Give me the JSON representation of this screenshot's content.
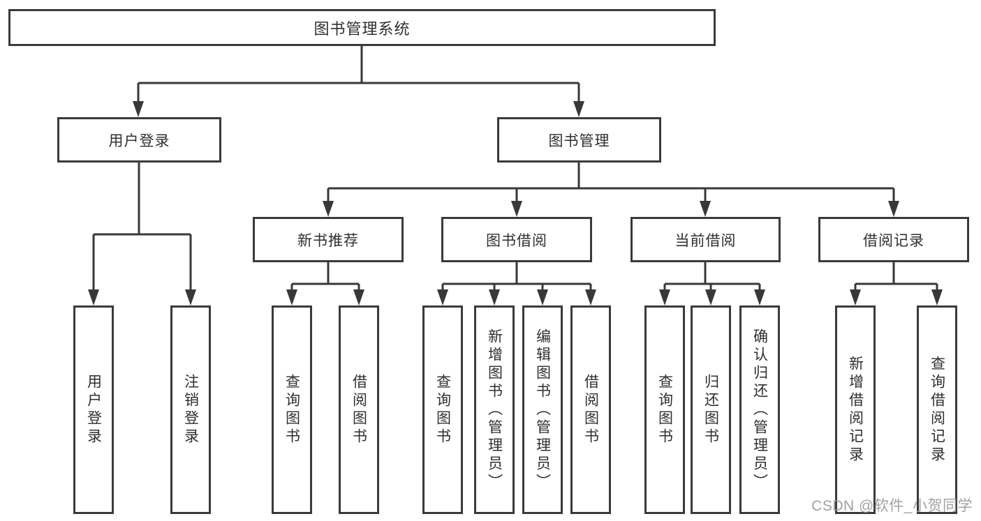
{
  "tree": {
    "label": "图书管理系统",
    "children": [
      {
        "label": "用户登录",
        "children": [
          {
            "label": "用户登录"
          },
          {
            "label": "注销登录"
          }
        ]
      },
      {
        "label": "图书管理",
        "children": [
          {
            "label": "新书推荐",
            "children": [
              {
                "label": "查询图书"
              },
              {
                "label": "借阅图书"
              }
            ]
          },
          {
            "label": "图书借阅",
            "children": [
              {
                "label": "查询图书"
              },
              {
                "label": "新增图书（管理员）"
              },
              {
                "label": "编辑图书（管理员）"
              },
              {
                "label": "借阅图书"
              }
            ]
          },
          {
            "label": "当前借阅",
            "children": [
              {
                "label": "查询图书"
              },
              {
                "label": "归还图书"
              },
              {
                "label": "确认归还（管理员）"
              }
            ]
          },
          {
            "label": "借阅记录",
            "children": [
              {
                "label": "新增借阅记录"
              },
              {
                "label": "查询借阅记录"
              }
            ]
          }
        ]
      }
    ]
  },
  "watermark": {
    "text": "CSDN @软件_小贺同学"
  },
  "colors": {
    "line": "#383838",
    "border": "#3a3a3a",
    "text": "#2f2f2f",
    "bg": "#ffffff",
    "watermark": "#9a9a9a"
  }
}
